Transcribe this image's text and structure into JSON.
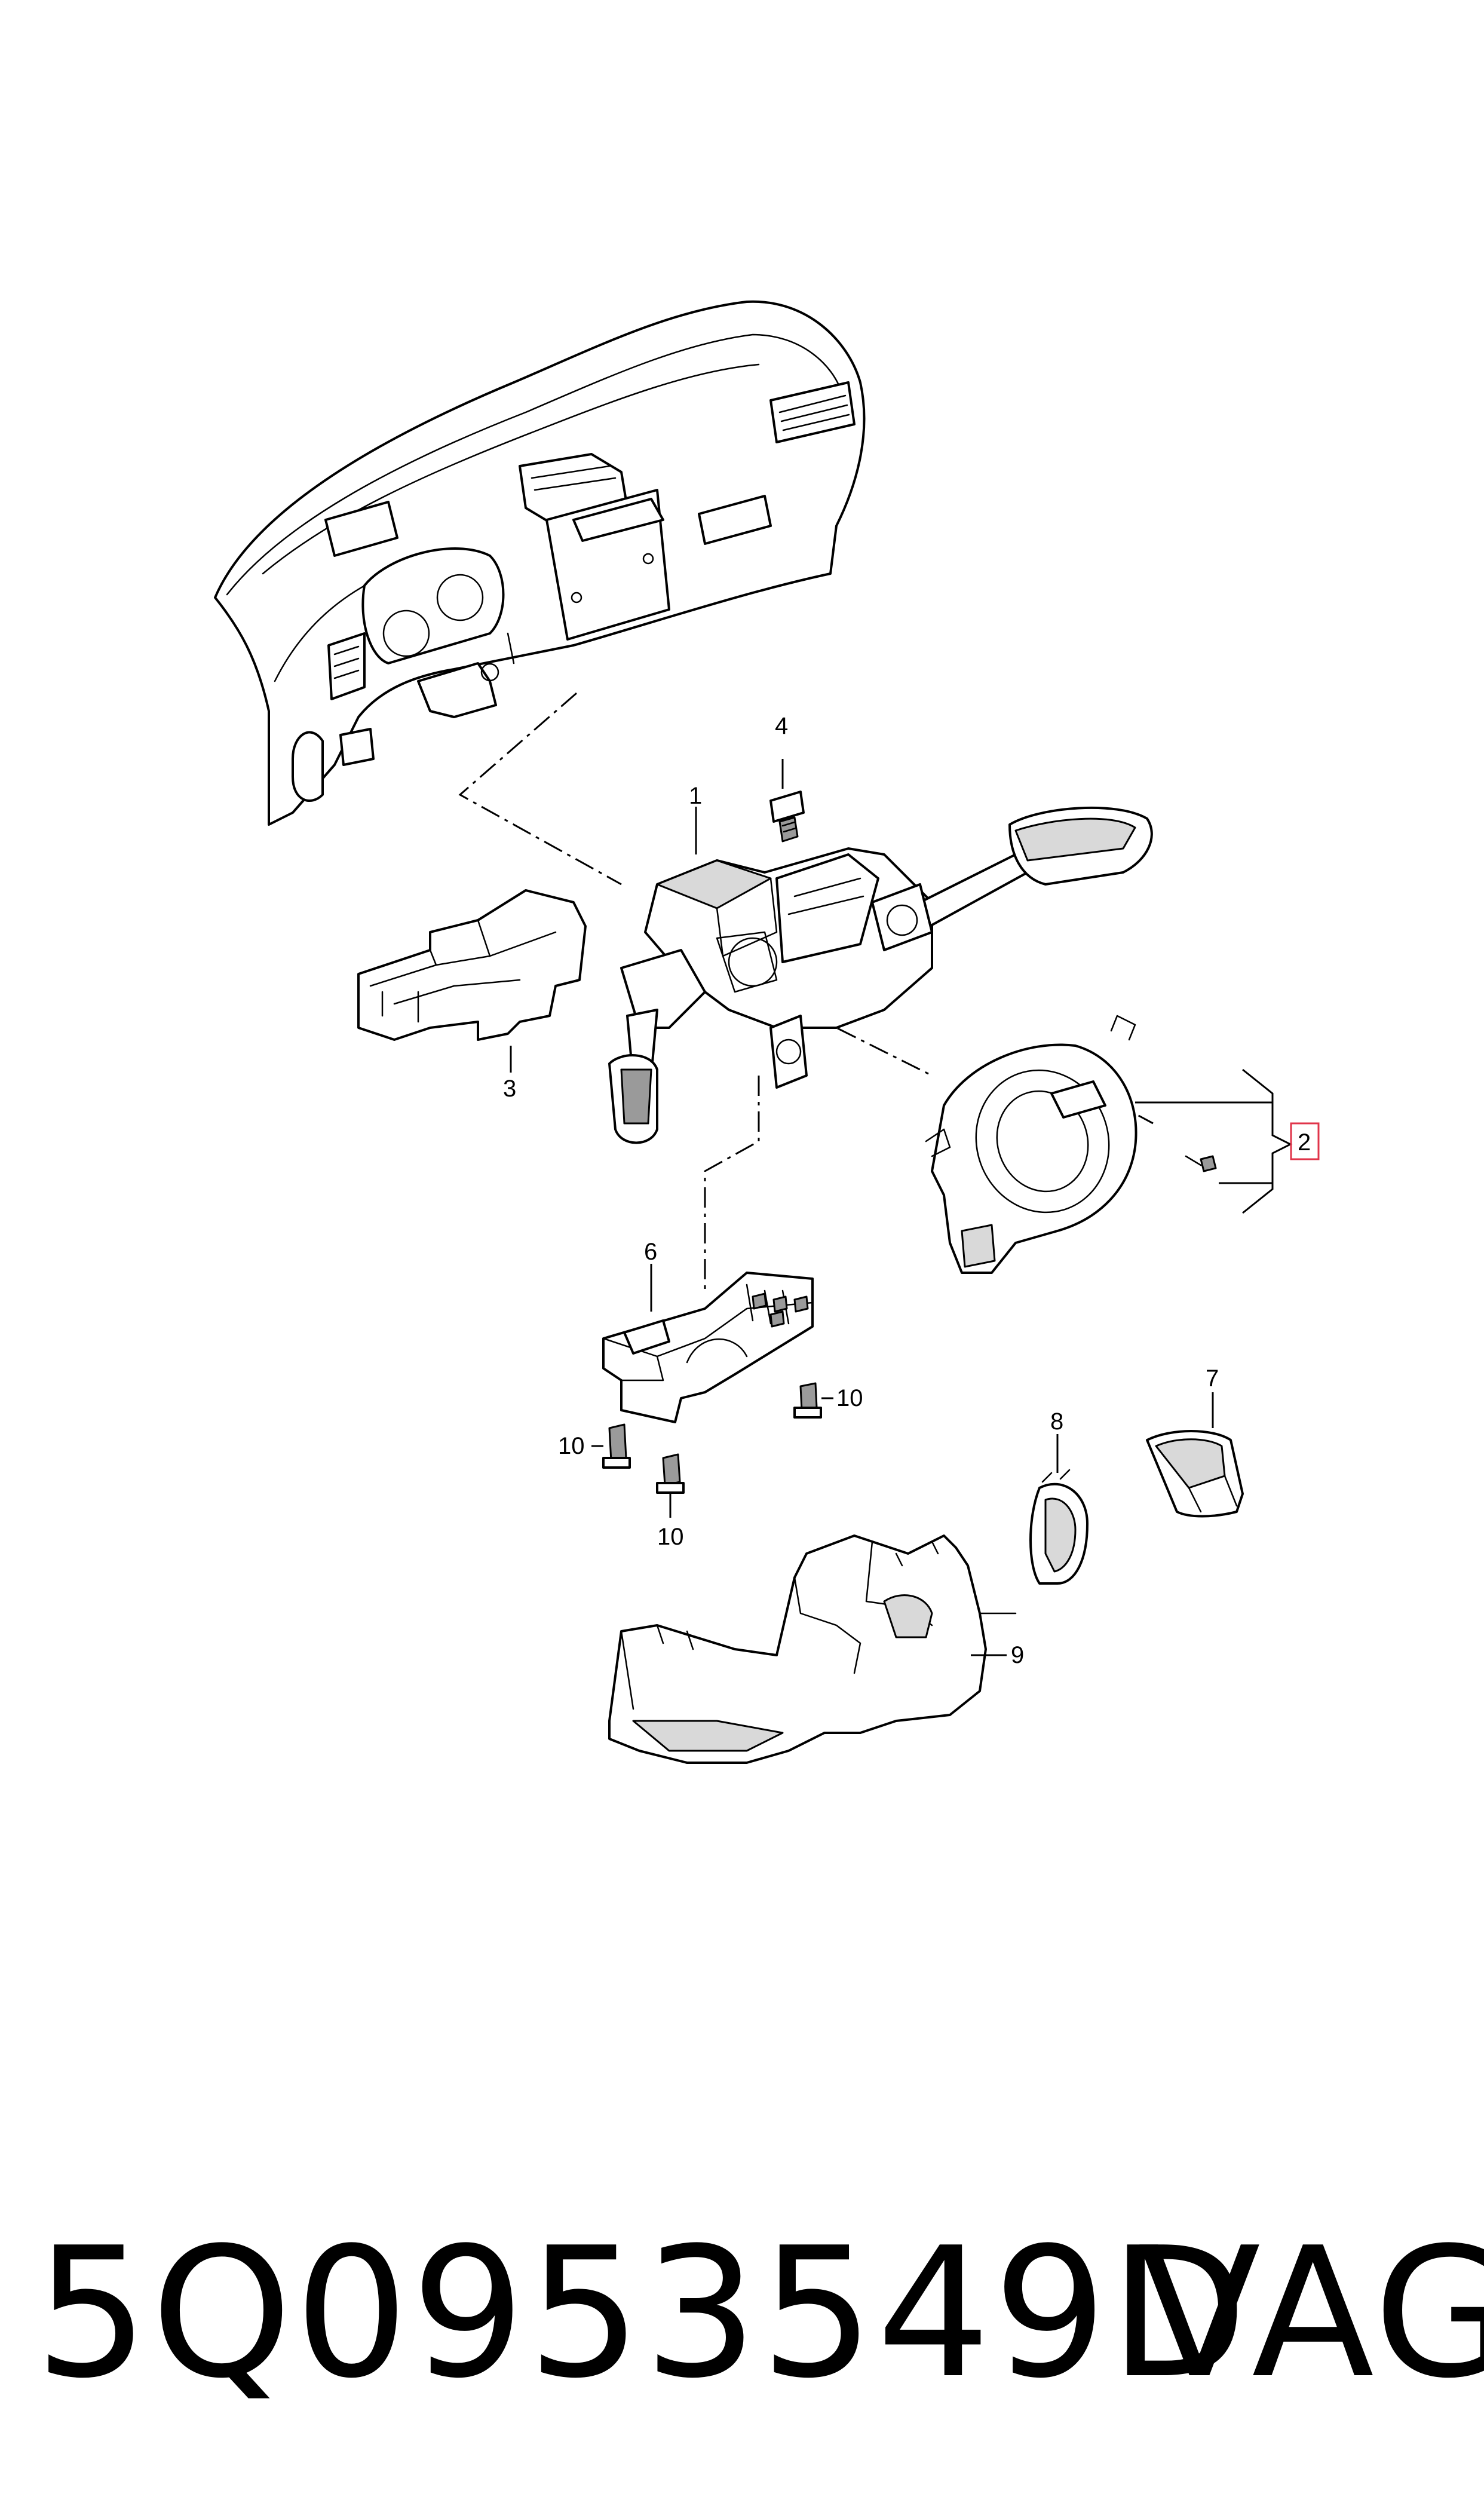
{
  "part_labels": [
    {
      "id": "1",
      "text": "1"
    },
    {
      "id": "2",
      "text": "2"
    },
    {
      "id": "3",
      "text": "3"
    },
    {
      "id": "4",
      "text": "4"
    },
    {
      "id": "6",
      "text": "6"
    },
    {
      "id": "7",
      "text": "7"
    },
    {
      "id": "8",
      "text": "8"
    },
    {
      "id": "9",
      "text": "9"
    },
    {
      "id": "10a",
      "text": "10"
    },
    {
      "id": "10b",
      "text": "10"
    },
    {
      "id": "10c",
      "text": "10"
    }
  ],
  "footer": {
    "part_number": "5Q0953549D",
    "brand": "VAG"
  },
  "colors": {
    "line": "#000000",
    "highlight_box": "#e0344a",
    "shading": "#d9d9d9"
  }
}
